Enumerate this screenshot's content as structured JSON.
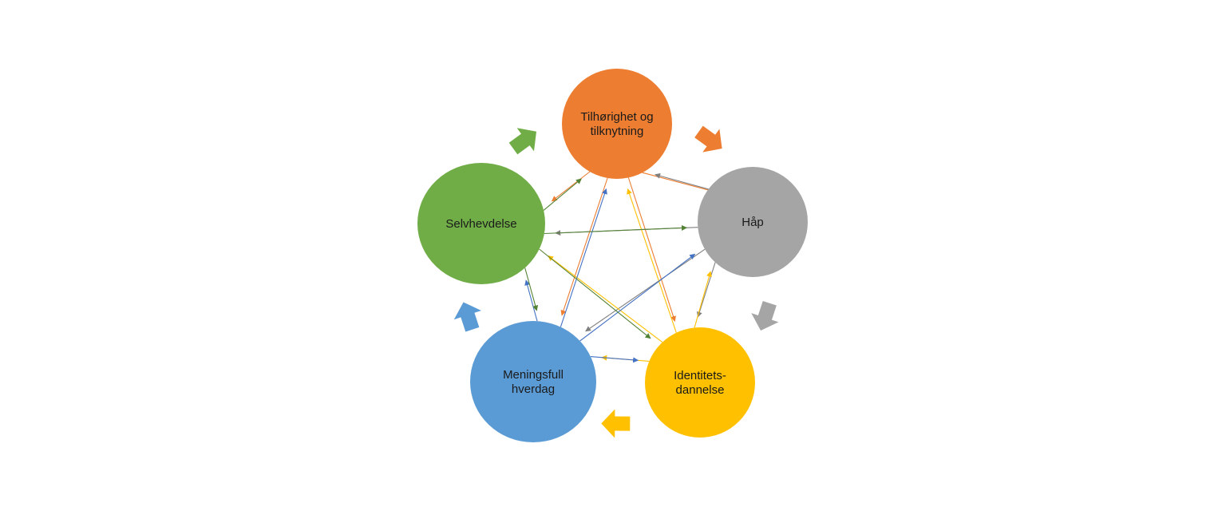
{
  "diagram": {
    "nodes": [
      {
        "id": "tilhorighet",
        "lines": [
          "Tilhørighet og",
          "tilknytning"
        ],
        "color": "#ED7D31"
      },
      {
        "id": "hap",
        "lines": [
          "Håp"
        ],
        "color": "#A5A5A5"
      },
      {
        "id": "identitet",
        "lines": [
          "Identitets-",
          "dannelse"
        ],
        "color": "#FFC000"
      },
      {
        "id": "meningsfull",
        "lines": [
          "Meningsfull",
          "hverdag"
        ],
        "color": "#5B9BD5"
      },
      {
        "id": "selvhevdelse",
        "lines": [
          "Selvhevdelse"
        ],
        "color": "#70AD47"
      }
    ],
    "cycle_arrows": [
      {
        "from": "tilhorighet",
        "to": "hap",
        "color": "#ED7D31"
      },
      {
        "from": "hap",
        "to": "identitet",
        "color": "#A5A5A5"
      },
      {
        "from": "identitet",
        "to": "meningsfull",
        "color": "#FFC000"
      },
      {
        "from": "meningsfull",
        "to": "selvhevdelse",
        "color": "#5B9BD5"
      },
      {
        "from": "selvhevdelse",
        "to": "tilhorighet",
        "color": "#70AD47"
      }
    ],
    "connectors": [
      {
        "from": "tilhorighet",
        "to": "selvhevdelse",
        "color": "#ED7D31"
      },
      {
        "from": "tilhorighet",
        "to": "hap",
        "color": "#ED7D31"
      },
      {
        "from": "tilhorighet",
        "to": "identitet",
        "color": "#ED7D31"
      },
      {
        "from": "tilhorighet",
        "to": "meningsfull",
        "color": "#ED7D31"
      },
      {
        "from": "hap",
        "to": "tilhorighet",
        "color": "#7F7F7F"
      },
      {
        "from": "hap",
        "to": "selvhevdelse",
        "color": "#7F7F7F"
      },
      {
        "from": "hap",
        "to": "meningsfull",
        "color": "#7F7F7F"
      },
      {
        "from": "hap",
        "to": "identitet",
        "color": "#7F7F7F"
      },
      {
        "from": "identitet",
        "to": "tilhorighet",
        "color": "#FFC000"
      },
      {
        "from": "identitet",
        "to": "selvhevdelse",
        "color": "#FFC000"
      },
      {
        "from": "identitet",
        "to": "meningsfull",
        "color": "#FFC000"
      },
      {
        "from": "identitet",
        "to": "hap",
        "color": "#FFC000"
      },
      {
        "from": "meningsfull",
        "to": "tilhorighet",
        "color": "#4472C4"
      },
      {
        "from": "meningsfull",
        "to": "hap",
        "color": "#4472C4"
      },
      {
        "from": "meningsfull",
        "to": "selvhevdelse",
        "color": "#4472C4"
      },
      {
        "from": "meningsfull",
        "to": "identitet",
        "color": "#4472C4"
      },
      {
        "from": "selvhevdelse",
        "to": "tilhorighet",
        "color": "#548235"
      },
      {
        "from": "selvhevdelse",
        "to": "hap",
        "color": "#548235"
      },
      {
        "from": "selvhevdelse",
        "to": "identitet",
        "color": "#548235"
      },
      {
        "from": "selvhevdelse",
        "to": "meningsfull",
        "color": "#548235"
      }
    ]
  }
}
